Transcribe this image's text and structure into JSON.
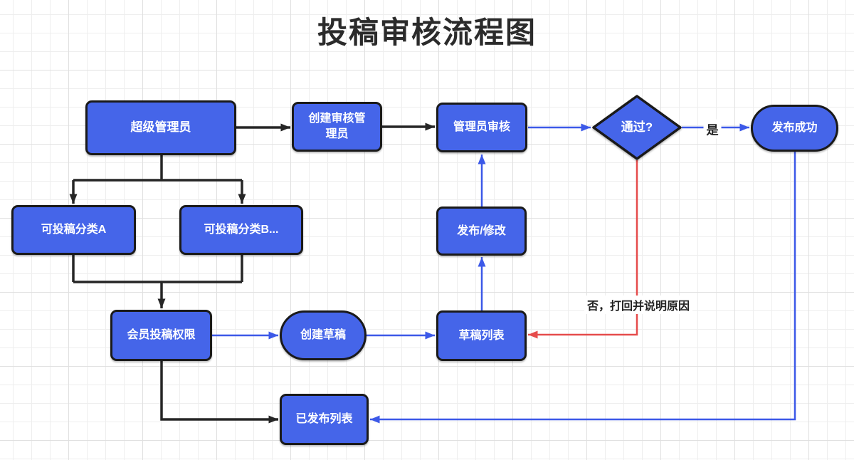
{
  "title": "投稿审核流程图",
  "diagram": {
    "nodes": [
      {
        "id": "super-admin",
        "label": "超级管理员",
        "shape": "rect"
      },
      {
        "id": "create-review-admin",
        "label": "创建审核管理员",
        "shape": "rect"
      },
      {
        "id": "admin-review",
        "label": "管理员审核",
        "shape": "rect"
      },
      {
        "id": "pass-decision",
        "label": "通过?",
        "shape": "diamond"
      },
      {
        "id": "publish-success",
        "label": "发布成功",
        "shape": "stadium"
      },
      {
        "id": "category-a",
        "label": "可投稿分类A",
        "shape": "rect"
      },
      {
        "id": "category-b",
        "label": "可投稿分类B...",
        "shape": "rect"
      },
      {
        "id": "member-submit-permission",
        "label": "会员投稿权限",
        "shape": "rect"
      },
      {
        "id": "create-draft",
        "label": "创建草稿",
        "shape": "stadium"
      },
      {
        "id": "publish-modify",
        "label": "发布/修改",
        "shape": "rect"
      },
      {
        "id": "draft-list",
        "label": "草稿列表",
        "shape": "rect"
      },
      {
        "id": "published-list",
        "label": "已发布列表",
        "shape": "rect"
      }
    ],
    "edge_labels": {
      "yes": "是",
      "no": "否，打回并说明原因"
    },
    "colors": {
      "node_fill": "#4565E9",
      "node_border": "#1A1A1A",
      "node_text": "#FFFFFF",
      "edge_black": "#262626",
      "edge_blue": "#3C59E8",
      "edge_red": "#E64C4C",
      "title_text": "#2B2B2B"
    }
  }
}
